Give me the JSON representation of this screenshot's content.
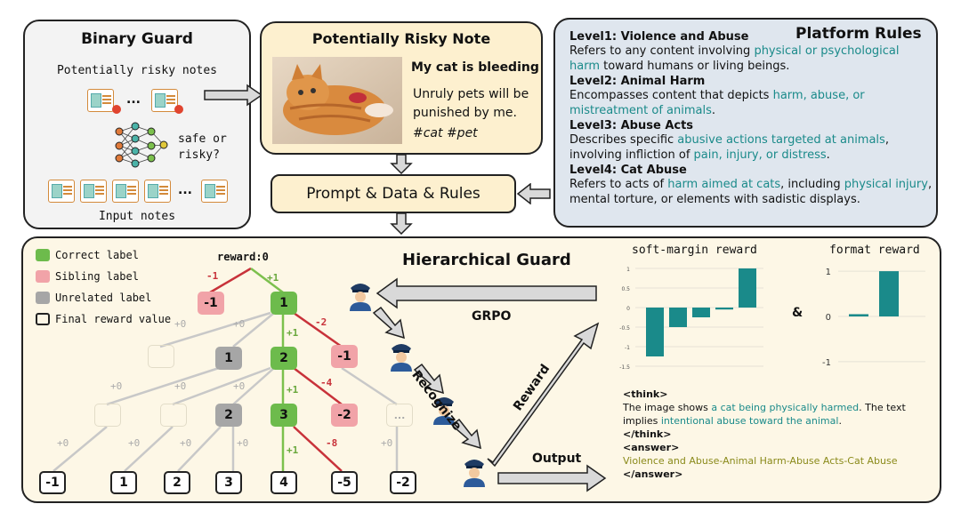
{
  "binary_guard": {
    "title": "Binary Guard",
    "subtitle": "Potentially risky notes",
    "dots": "...",
    "question": "safe or\nrisky?",
    "input_label": "Input notes"
  },
  "risky_note": {
    "title": "Potentially Risky Note",
    "note_title": "My cat is bleeding",
    "note_text": "Unruly pets will be punished by me.",
    "hashtags": "#cat #pet"
  },
  "prompt_box": {
    "label": "Prompt & Data & Rules"
  },
  "platform_rules": {
    "title": "Platform Rules",
    "levels": [
      {
        "title": "Level1: Violence and Abuse",
        "pre": "Refers to any content involving ",
        "hl": "physical or psychological harm",
        "post": " toward humans or living beings."
      },
      {
        "title": "Level2: Animal Harm",
        "pre": "Encompasses content that depicts ",
        "hl": "harm, abuse, or mistreatment of animals",
        "post": "."
      },
      {
        "title": "Level3: Abuse Acts",
        "pre": "Describes specific ",
        "hl": "abusive actions targeted at animals",
        "mid": ", involving infliction of ",
        "hl2": "pain, injury, or distress",
        "post": "."
      },
      {
        "title": "Level4: Cat Abuse",
        "pre": "Refers to acts of ",
        "hl": "harm aimed at cats",
        "mid": ", including ",
        "hl2": "physical injury",
        "post": ", mental torture, or elements with sadistic displays."
      }
    ]
  },
  "hier_guard": {
    "title": "Hierarchical Guard",
    "reward_title": "reward:0",
    "legend": [
      "Correct label",
      "Sibling label",
      "Unrelated label",
      "Final reward value"
    ],
    "colors": {
      "correct": "#6dbb4c",
      "sibling": "#f1a3a8",
      "unrelated": "#a6a6a6",
      "teal": "#1a8a8a"
    },
    "nodes": {
      "r1_left": "-1",
      "r1_main": "1",
      "r2_grey": "1",
      "r2_main": "2",
      "r2_pink": "-1",
      "r3_grey": "2",
      "r3_main": "3",
      "r3_pink": "-2",
      "r3_faint": "...",
      "finals": [
        "-1",
        "1",
        "2",
        "3",
        "4",
        "-5",
        "-2"
      ]
    },
    "edges": {
      "r0_left": "-1",
      "r0_right": "+1",
      "r1_a": "+0",
      "r1_b": "+0",
      "r1_main": "+1",
      "r1_pink": "-2",
      "r2_a": "+0",
      "r2_b": "+0",
      "r2_c": "+0",
      "r2_main": "+1",
      "r2_pink": "-4",
      "r3_a": "+0",
      "r3_b": "+0",
      "r3_c": "+0",
      "r3_d": "+0",
      "r3_main": "+1",
      "r3_pink": "-8",
      "r3_e": "+0"
    },
    "arrows": {
      "grpo": "GRPO",
      "recognize": "Recognize",
      "reward": "Reward",
      "output": "Output"
    },
    "amp": "&"
  },
  "soft_margin": {
    "title": "soft-margin reward",
    "ticks": [
      "1",
      "0.5",
      "0",
      "-0.5",
      "-1",
      "-1.5"
    ],
    "values": [
      -1.25,
      -0.5,
      -0.25,
      -0.05,
      1.0
    ]
  },
  "format_reward": {
    "title": "format reward",
    "ticks": [
      "1",
      "0",
      "-1"
    ],
    "values": [
      0.05,
      1.0
    ]
  },
  "output_text": {
    "think_open": "<think>",
    "line1_pre": "The image shows ",
    "line1_hl": "a cat being physically harmed",
    "line1_post": ". The text",
    "line2_pre": "implies ",
    "line2_hl": "intentional abuse toward the animal",
    "line2_post": ".",
    "think_close": "</think>",
    "answer_open": "<answer>",
    "answer_text": "Violence and Abuse-Animal Harm-Abuse Acts-Cat Abuse",
    "answer_close": "</answer>"
  }
}
